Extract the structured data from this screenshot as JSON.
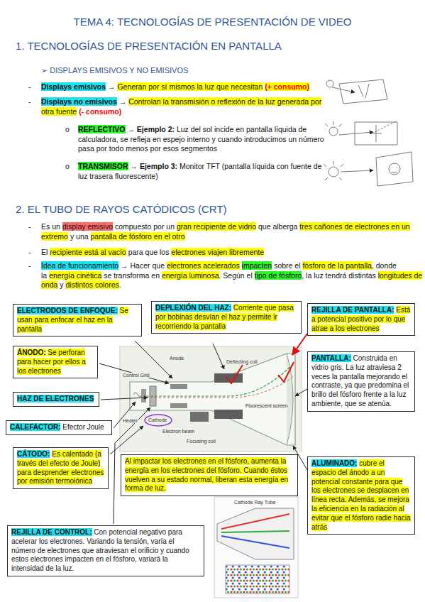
{
  "diagram": {
    "title": "TEMA 4: TECNOLOGÍAS DE PRESENTACIÓN DE VIDEO",
    "nodes": [
      {
        "text": [
          "ELECTRODOS DE ENFOQUE:",
          "Se usan para enfocar el haz en la pantalla"
        ]
      },
      {
        "text": [
          "DEPLEXIÓN DEL HAZ:",
          "Corriente que pasa por bobinas desvían el haz y permite ir recorriendo la pantalla"
        ]
      },
      {
        "text": [
          "REJILLA DE PANTALLA:",
          "Está a potencial positivo por lo que atrae a los electrones"
        ]
      },
      {
        "text": [
          "ÁNODO:",
          "Se perforan para hacer por ellos a los electrones"
        ]
      },
      {
        "text": [
          "PANTALLA:",
          "Construida en vidrio gris. La luz atraviesa 2 veces la pantalla mejorando el contraste, ya que predomina el brillo del fósforo frente a la luz ambiente, que se atenúa."
        ]
      },
      {
        "text": [
          "HAZ DE ELECTRONES"
        ]
      },
      {
        "text": [
          "CALEFACTOR:",
          "Efector Joule"
        ]
      },
      {
        "text": [
          "CÁTODO:",
          "Es calentado (a través del efecto de Joule) para desprender electrones por emisión termoiónica"
        ]
      },
      {
        "text": [
          "Al impactar los electrones en el fósforo, aumenta la energía en los electrones del fósforo. Cuando éstos vuelven a su estado normal, liberan esta energía en forma de luz."
        ]
      },
      {
        "text": [
          "ALUMINADO:",
          "cubre el espacio del ánodo a un potencial constante para que los electrones se desplacen en línea recta. Además, se mejora la eficiencia en la radiación al evitar que el fósforo radie hacia atrás"
        ]
      },
      {
        "text": [
          "REJILLA DE CONTROL:",
          "Con potencial negativo para acelerar los electrones. Variando la tensión, varía el número de electrones que atraviesan el orificio y cuando estos electrones impacten en el fósforo, variará la intensidad de la luz."
        ]
      }
    ],
    "labels": [
      "1. TECNOLOGÍAS DE PRESENTACIÓN EN PANTALLA",
      "➢ DISPLAYS EMISIVOS Y NO EMISIVOS",
      "-",
      "Displays emisivos",
      "→",
      "Generan por sí mismos la luz que necesitan",
      "(+ consumo)",
      "-",
      "Displays no emisivos",
      "→",
      "Controlan la transmisión o reflexión de la luz generada por otra fuente",
      "(- consumo)",
      "o",
      "REFLECTIVO",
      "→ Ejemplo 2:",
      "Luz del sol incide en pantalla líquida de calculadora, se refleja en espejo interno y cuando introducimos un número pasa por todo menos por esos segmentos",
      "o",
      "TRANSMISOR",
      "→ Ejemplo 3:",
      "Monitor TFT (pantalla líquida con fuente de luz trasera fluorescente)",
      "2. EL TUBO DE RAYOS CATÓDICOS (CRT)",
      "-",
      "Es un",
      "display emisivo",
      "compuesto por un",
      "gran recipiente de vidrio",
      "que alberga",
      "tres cañones de electrones en un extremo",
      "y una",
      "pantalla de fósforo en el otro",
      "-",
      "El",
      "recipiente está al vacío",
      "para que los",
      "electrones viajen libremente",
      "-",
      "Idea de funcionamiento",
      "→ Hacer que",
      "electrones acelerados",
      "impacten",
      "sobre el",
      "fósforo de la pantalla",
      ", donde la",
      "energía cinética",
      "se transforma en",
      "energía luminosa",
      ". Según el",
      "tipo de fósforo",
      ", la luz tendrá distintas",
      "longitudes de onda",
      "y",
      "distintos colores",
      ".",
      "Anode",
      "Control Grid",
      "Deflecting coil",
      "Fluorescent screen",
      "Heater",
      "Cathode",
      "Electron beam",
      "Focusing coil",
      "Cathode Ray Tube"
    ]
  }
}
